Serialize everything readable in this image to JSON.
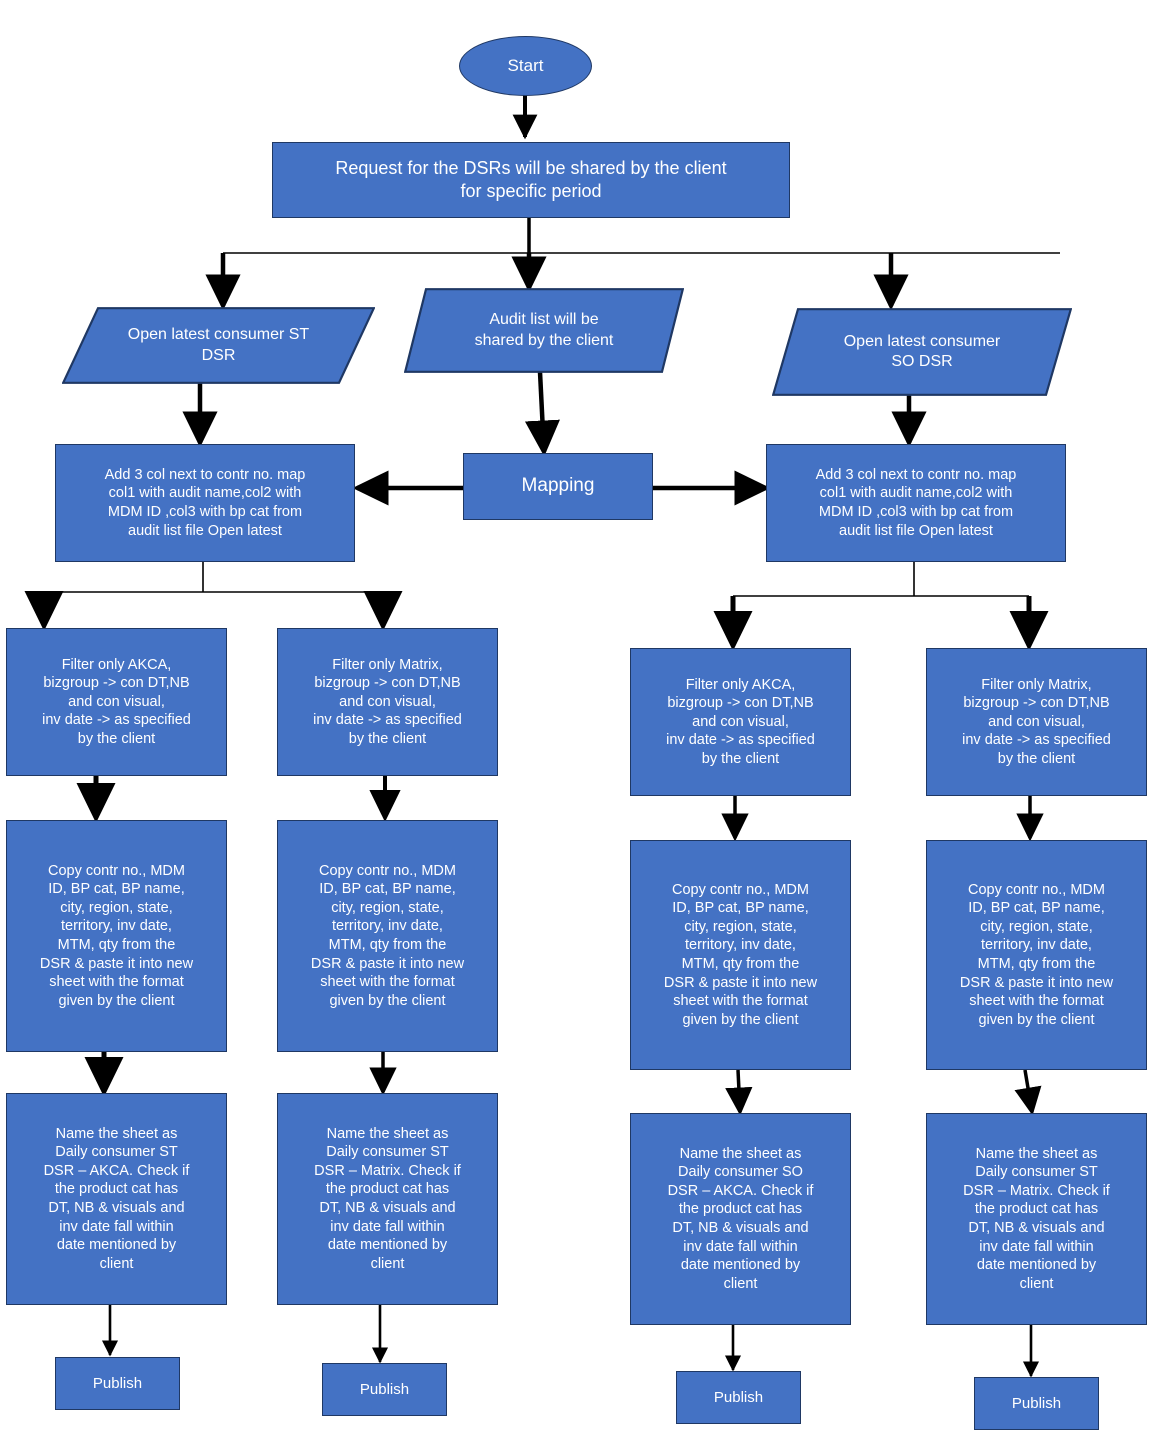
{
  "diagram": {
    "title": "DSR Request Processing Flowchart",
    "colors": {
      "node_fill": "#4472C4",
      "node_border": "#1F3864",
      "node_text": "#FFFFFF",
      "connector": "#000000",
      "background": "#FFFFFF"
    },
    "nodes": {
      "start": {
        "label": "Start",
        "shape": "ellipse"
      },
      "request": {
        "label": "Request for the DSRs will be shared by the client\nfor specific period",
        "shape": "rectangle"
      },
      "open_st_dsr": {
        "label": "Open latest consumer ST\nDSR",
        "shape": "parallelogram"
      },
      "audit_list": {
        "label": "Audit list will be\nshared by the client",
        "shape": "parallelogram"
      },
      "open_so_dsr": {
        "label": "Open latest consumer\nSO DSR",
        "shape": "parallelogram"
      },
      "add_cols_left": {
        "label": "Add 3 col next to contr no. map\ncol1 with audit name,col2 with\nMDM ID ,col3 with bp cat from\naudit list file Open latest",
        "shape": "rectangle"
      },
      "mapping": {
        "label": "Mapping",
        "shape": "rectangle"
      },
      "add_cols_right": {
        "label": "Add 3 col next to contr no. map\ncol1 with audit name,col2 with\nMDM ID ,col3 with bp cat from\naudit list file Open latest",
        "shape": "rectangle"
      },
      "filter_akca_st": {
        "label": "Filter only AKCA,\nbizgroup -> con DT,NB\nand con visual,\ninv date -> as specified\nby the client",
        "shape": "rectangle"
      },
      "filter_matrix_st": {
        "label": "Filter only Matrix,\nbizgroup -> con DT,NB\nand con visual,\ninv date -> as specified\nby the client",
        "shape": "rectangle"
      },
      "filter_akca_so": {
        "label": "Filter only AKCA,\nbizgroup -> con DT,NB\nand con visual,\ninv date -> as specified\nby the client",
        "shape": "rectangle"
      },
      "filter_matrix_so": {
        "label": "Filter only Matrix,\nbizgroup -> con DT,NB\nand con visual,\ninv date -> as specified\nby the client",
        "shape": "rectangle"
      },
      "copy_st_akca": {
        "label": "Copy contr no., MDM\nID, BP cat, BP name,\ncity, region, state,\nterritory, inv date,\nMTM, qty from the\nDSR & paste it into new\nsheet with the format\ngiven by the client",
        "shape": "rectangle"
      },
      "copy_st_matrix": {
        "label": "Copy contr no., MDM\nID, BP cat, BP name,\ncity, region, state,\nterritory, inv date,\nMTM, qty from the\nDSR & paste it into new\nsheet with the format\ngiven by the client",
        "shape": "rectangle"
      },
      "copy_so_akca": {
        "label": "Copy contr no., MDM\nID, BP cat, BP name,\ncity, region, state,\nterritory, inv date,\nMTM, qty from the\nDSR & paste it into new\nsheet with the format\ngiven by the client",
        "shape": "rectangle"
      },
      "copy_so_matrix": {
        "label": "Copy contr no., MDM\nID, BP cat, BP name,\ncity, region, state,\nterritory, inv date,\nMTM, qty from the\nDSR & paste it into new\nsheet with the format\ngiven by the client",
        "shape": "rectangle"
      },
      "name_st_akca": {
        "label": "Name the sheet as\nDaily consumer ST\nDSR – AKCA. Check if\nthe product cat has\nDT, NB & visuals and\ninv date fall within\ndate mentioned by\nclient",
        "shape": "rectangle"
      },
      "name_st_matrix": {
        "label": "Name the sheet as\nDaily consumer ST\nDSR – Matrix. Check if\nthe product cat has\nDT, NB & visuals and\ninv date fall within\ndate mentioned by\nclient",
        "shape": "rectangle"
      },
      "name_so_akca": {
        "label": "Name the sheet as\nDaily consumer SO\nDSR – AKCA. Check if\nthe product cat has\nDT, NB & visuals and\ninv date fall within\ndate mentioned by\nclient",
        "shape": "rectangle"
      },
      "name_so_matrix": {
        "label": "Name the sheet as\nDaily consumer ST\nDSR – Matrix. Check if\nthe product cat has\nDT, NB & visuals and\ninv date fall within\ndate mentioned by\nclient",
        "shape": "rectangle"
      },
      "publish_st_akca": {
        "label": "Publish",
        "shape": "rectangle"
      },
      "publish_st_matrix": {
        "label": "Publish",
        "shape": "rectangle"
      },
      "publish_so_akca": {
        "label": "Publish",
        "shape": "rectangle"
      },
      "publish_so_matrix": {
        "label": "Publish",
        "shape": "rectangle"
      }
    }
  }
}
